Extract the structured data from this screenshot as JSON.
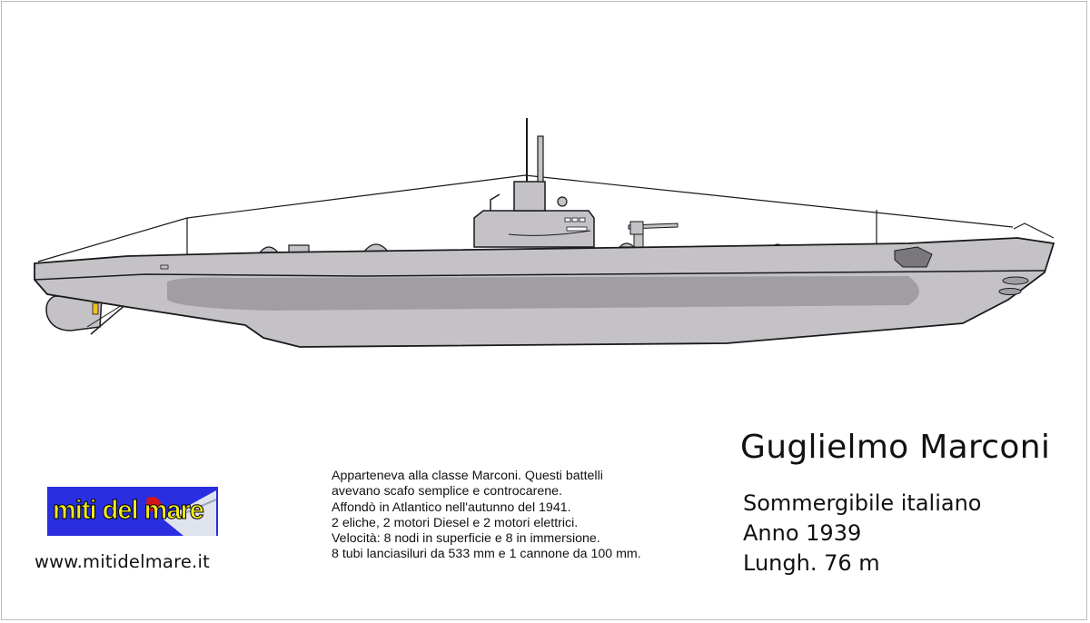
{
  "submarine": {
    "name": "Guglielmo Marconi",
    "specs": [
      "Sommergibile italiano",
      "Anno 1939",
      "Lungh. 76 m"
    ]
  },
  "description": {
    "lines": [
      "Apparteneva alla classe Marconi. Questi battelli",
      "avevano scafo semplice e controcarene.",
      "Affondò in Atlantico nell'autunno del 1941.",
      "2 eliche, 2 motori Diesel e 2 motori elettrici.",
      "Velocità: 8 nodi in superficie e 8 in immersione.",
      "8 tubi lanciasiluri da 533 mm e 1 cannone da 100 mm."
    ]
  },
  "logo": {
    "text": "miti del mare"
  },
  "website": "www.mitidelmare.it",
  "colors": {
    "hull": "#c4c2c6",
    "hull_lower": "#a09ea2",
    "outline": "#1a1a1a",
    "logo_bg": "#2a2ee0",
    "logo_text": "#f2ea1d",
    "logo_accent": "#d3141c",
    "propeller": "#f0c020"
  }
}
